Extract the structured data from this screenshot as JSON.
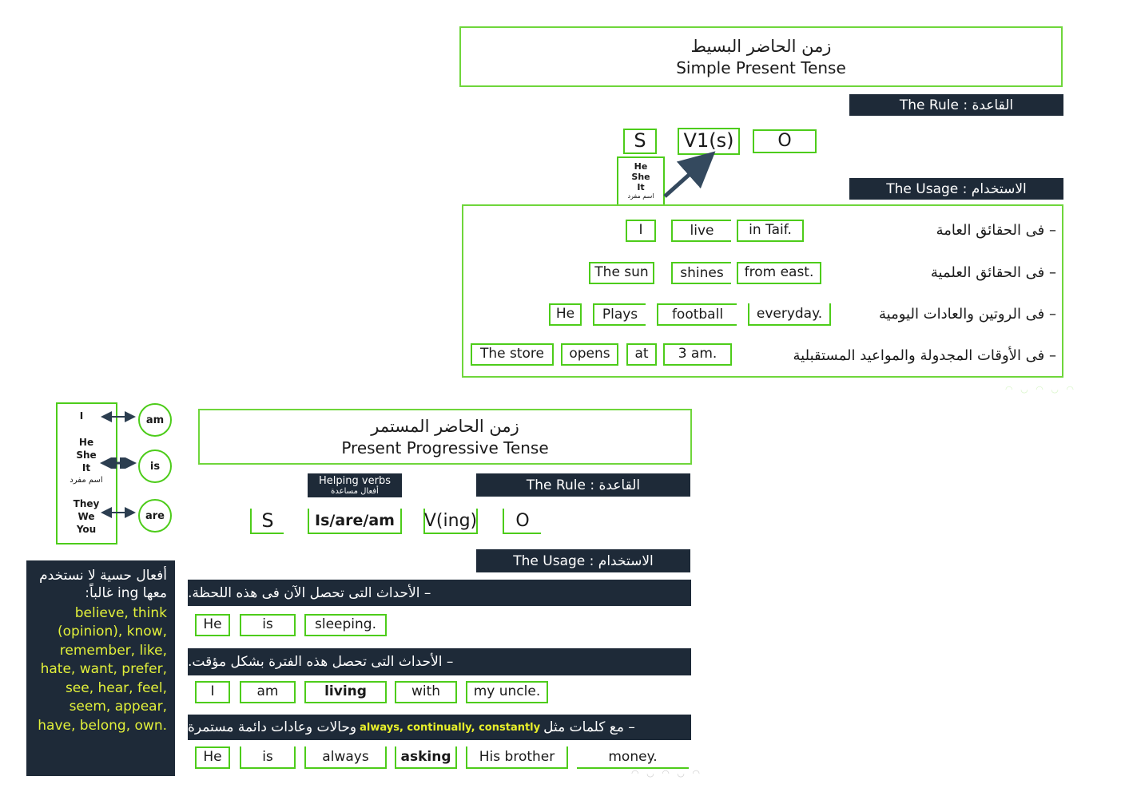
{
  "colors": {
    "green": "#4dcc1a",
    "dark": "#1e2a38",
    "highlight": "#e8ef2a",
    "text": "#1a1a1a"
  },
  "simple_present": {
    "title_ar": "زمن الحاضر البسيط",
    "title_en": "Simple Present Tense",
    "rule_bar": "القاعدة : The Rule",
    "usage_bar": "الاستخدام : The Usage",
    "formula": [
      {
        "label": "S"
      },
      {
        "label": "V1(s)"
      },
      {
        "label": "O"
      }
    ],
    "subject_note": {
      "lines": [
        "He",
        "She",
        "It"
      ],
      "arabic": "اسم مفرد"
    },
    "usages": [
      {
        "arabic": "– فى الحقائق العامة",
        "example": [
          "I",
          "live",
          "in Taif."
        ]
      },
      {
        "arabic": "– فى الحقائق العلمية",
        "example": [
          "The sun",
          "shines",
          "from east."
        ]
      },
      {
        "arabic": "– فى الروتين والعادات اليومية",
        "example": [
          "He",
          "Plays",
          "football",
          "everyday."
        ]
      },
      {
        "arabic": "– فى الأوقات المجدولة والمواعيد المستقبلية",
        "example": [
          "The store",
          "opens",
          "at",
          "3 am."
        ]
      }
    ]
  },
  "present_progressive": {
    "title_ar": "زمن الحاضر المستمر",
    "title_en": "Present Progressive Tense",
    "rule_bar": "القاعدة : The Rule",
    "usage_bar": "الاستخدام : The Usage",
    "helping_verbs_en": "Helping verbs",
    "helping_verbs_ar": "أفعال مساعدة",
    "formula": [
      {
        "label": "S"
      },
      {
        "label": "Is/are/am"
      },
      {
        "label": "V(ing)"
      },
      {
        "label": "O"
      }
    ],
    "tobe_chart": {
      "groups": [
        {
          "pronouns": [
            "I"
          ],
          "be": "am"
        },
        {
          "pronouns": [
            "He",
            "She",
            "It"
          ],
          "arabic": "اسم مفرد",
          "be": "is"
        },
        {
          "pronouns": [
            "They",
            "We",
            "You"
          ],
          "be": "are"
        }
      ]
    },
    "usages": [
      {
        "arabic": "– الأحداث التى تحصل الآن فى هذه اللحظة.",
        "example": [
          "He",
          "is",
          "sleeping."
        ]
      },
      {
        "arabic": "– الأحداث التى تحصل هذه الفترة بشكل مؤقت.",
        "example": [
          "I",
          "am",
          "living",
          "with",
          "my uncle."
        ]
      },
      {
        "arabic_before": "– مع كلمات مثل",
        "highlight": "always, continually, constantly",
        "arabic_after": "وحالات وعادات دائمة مستمرة",
        "example": [
          "He",
          "is",
          "always",
          "asking",
          "His brother",
          "money."
        ]
      }
    ],
    "stative_note": {
      "arabic": "أفعال حسية لا نستخدم معها ing غالباً:",
      "verbs": "believe, think (opinion), know, remember, like, hate, want, prefer, see, hear, feel, seem, appear, have, belong, own."
    }
  },
  "watermarks": {
    "top": "◠ ◡ ◠ ◡ ◠",
    "bottom": "◠ ◡ ◠ ◡ ◠"
  }
}
